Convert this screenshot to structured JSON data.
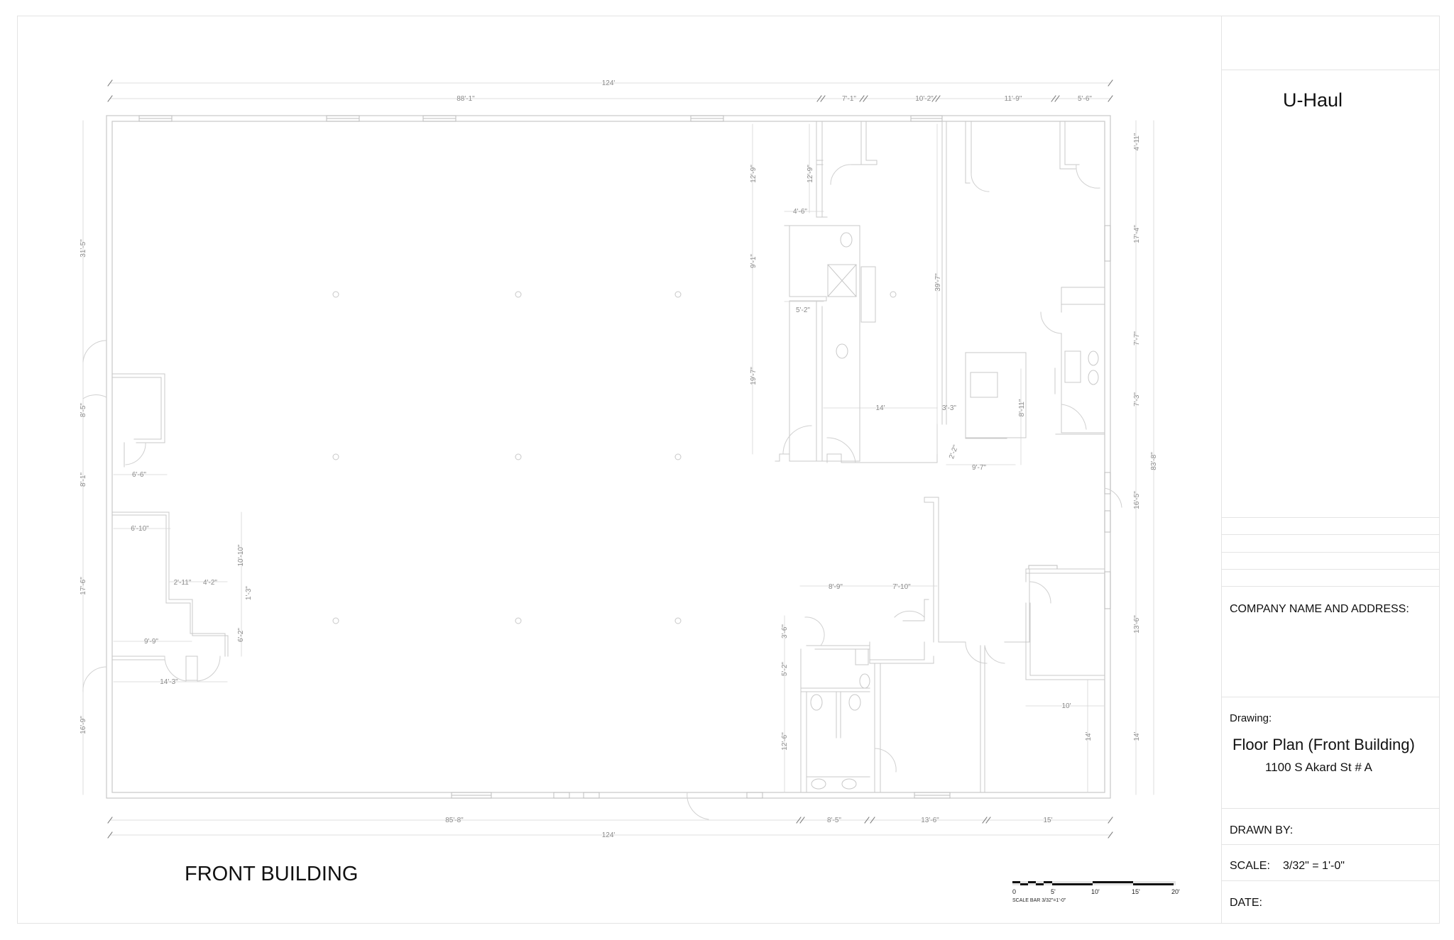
{
  "title_block": {
    "company": "U-Haul",
    "company_name_address_label": "COMPANY NAME AND ADDRESS:",
    "drawing_label": "Drawing:",
    "drawing_title": "Floor Plan (Front Building)",
    "drawing_address": "1100 S Akard St # A",
    "drawn_by_label": "DRAWN BY:",
    "scale_label": "SCALE:",
    "scale_value": "3/32\" = 1'-0\"",
    "date_label": "DATE:"
  },
  "plan": {
    "title": "FRONT BUILDING",
    "scale_bar": {
      "ticks": [
        "0",
        "5'",
        "10'",
        "15'",
        "20'"
      ],
      "caption": "SCALE BAR 3/32\"=1'-0\""
    },
    "dimensions": {
      "top_overall": "124'",
      "top_segments": [
        "88'-1\"",
        "7'-1\"",
        "10'-2\"",
        "11'-9\"",
        "5'-6\""
      ],
      "bottom_overall": "124'",
      "bottom_segments": [
        "85'-8\"",
        "8'-5\"",
        "13'-6\"",
        "15'"
      ],
      "left_segments": [
        "31'-5\"",
        "8'-5\"",
        "8'-1\"",
        "17'-6\"",
        "16'-9\""
      ],
      "right_overall": "83'-8\"",
      "right_segments": [
        "4'-11\"",
        "17'-4\"",
        "7'-7\"",
        "7'-3\"",
        "16'-5\"",
        "13'-6\"",
        "14'"
      ],
      "interior": {
        "upper_left_office_h": "12'-9\"",
        "upper_mid_office_h": "12'-9\"",
        "bath_width": "4'-6\"",
        "bath_height": "9'-1\"",
        "hall_width": "5'-2\"",
        "lower_office_h": "19'-7\"",
        "office_width": "14'",
        "gap": "3'-3\"",
        "corridor_h": "39'-7\"",
        "storage_h": "8'-11\"",
        "small_jog": "2'-2\"",
        "storage_w": "9'-7\"",
        "left_closet_w": "6'-6\"",
        "left_room_w": "6'-10\"",
        "left_room_h": "10'-10\"",
        "jog_a": "2'-11\"",
        "jog_b": "4'-2\"",
        "jog_c": "1'-3\"",
        "closet_h": "6'-2\"",
        "left_room_inner_w": "9'-9\"",
        "left_room_total_w": "14'-3\"",
        "rr_w_a": "8'-9\"",
        "rr_w_b": "7'-10\"",
        "rr_h_a": "3'-6\"",
        "rr_h_b": "5'-2\"",
        "rr_h_c": "12'-6\"",
        "office_lr_w": "10'",
        "office_lr_h": "14'"
      }
    }
  },
  "colors": {
    "wall": "#c8c8c8",
    "dim_line": "#d4d4d4",
    "dim_text": "#8a8a8a",
    "ink": "#111111",
    "frame": "#e4e4e4"
  }
}
